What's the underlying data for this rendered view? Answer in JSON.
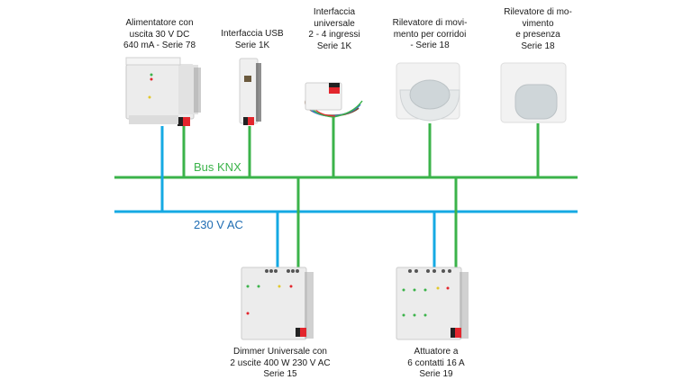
{
  "colors": {
    "knx_bus": "#3bb34a",
    "ac_line": "#15a9e3",
    "ac_text": "#1f6db3",
    "terminal_red": "#e3262d"
  },
  "buses": {
    "knx": {
      "label": "Bus KNX"
    },
    "ac": {
      "label": "230 V AC"
    }
  },
  "devices_top": [
    {
      "name": "power-supply",
      "lines": [
        "Alimentatore con",
        "uscita 30 V DC",
        "640 mA - Serie 78"
      ],
      "icon": "din-rail-power-supply"
    },
    {
      "name": "usb-interface",
      "lines": [
        "Interfaccia USB",
        "Serie 1K"
      ],
      "icon": "din-rail-usb-interface"
    },
    {
      "name": "universal-interface",
      "lines": [
        "Interfaccia",
        "universale",
        "2 - 4 ingressi",
        "Serie 1K"
      ],
      "icon": "wired-input-module"
    },
    {
      "name": "corridor-motion-detector",
      "lines": [
        "Rilevatore di movi-",
        "mento per corridoi",
        "- Serie 18"
      ],
      "icon": "corridor-motion-sensor"
    },
    {
      "name": "presence-detector",
      "lines": [
        "Rilevatore di mo-",
        "vimento",
        "e presenza",
        "Serie 18"
      ],
      "icon": "presence-sensor"
    }
  ],
  "devices_bottom": [
    {
      "name": "universal-dimmer",
      "lines": [
        "Dimmer Universale con",
        "2 uscite 400 W 230 V AC",
        "Serie 15"
      ],
      "icon": "din-rail-dimmer"
    },
    {
      "name": "actuator",
      "lines": [
        "Attuatore a",
        "6 contatti 16 A",
        "Serie 19"
      ],
      "icon": "din-rail-actuator"
    }
  ]
}
